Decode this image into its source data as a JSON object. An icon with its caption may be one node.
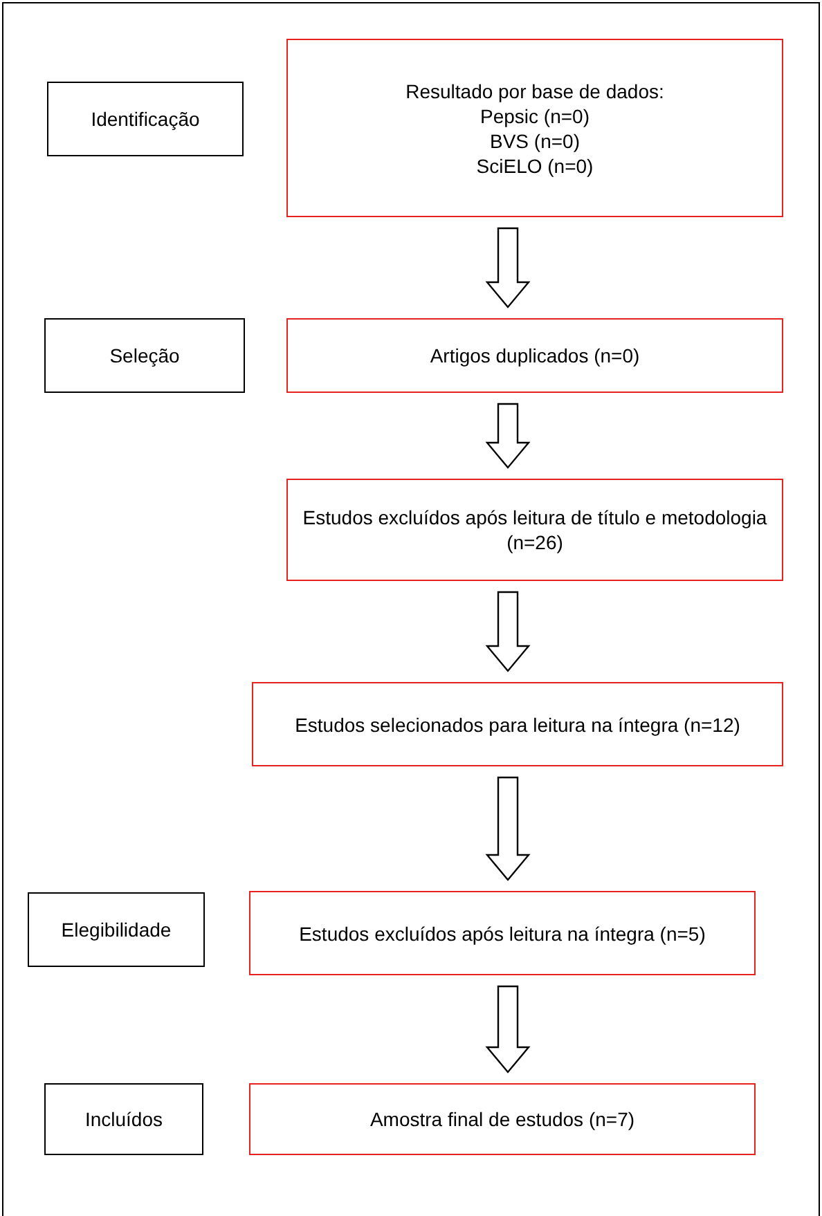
{
  "diagram": {
    "nodes": [
      {
        "text": [
          "Identificação"
        ]
      },
      {
        "text": [
          "Resultado por base de dados:",
          "Pepsic (n=0)",
          "BVS (n=0)",
          "SciELO (n=0)"
        ]
      },
      {
        "text": [
          "Seleção"
        ]
      },
      {
        "text": [
          "Artigos duplicados (n=0)"
        ]
      },
      {
        "text": [
          "Estudos excluídos após leitura de título e metodologia (n=26)"
        ]
      },
      {
        "text": [
          "Estudos selecionados para leitura na íntegra (n=12)"
        ]
      },
      {
        "text": [
          "Elegibilidade"
        ]
      },
      {
        "text": [
          "Estudos excluídos após leitura na íntegra (n=5)"
        ]
      },
      {
        "text": [
          "Incluídos"
        ]
      },
      {
        "text": [
          "Amostra final de estudos (n=7)"
        ]
      }
    ],
    "edges": [
      {
        "from": 1,
        "to": 3,
        "arrow": "to"
      },
      {
        "from": 3,
        "to": 4,
        "arrow": "to"
      },
      {
        "from": 4,
        "to": 5,
        "arrow": "to"
      },
      {
        "from": 5,
        "to": 7,
        "arrow": "to"
      },
      {
        "from": 7,
        "to": 9,
        "arrow": "to"
      }
    ]
  }
}
